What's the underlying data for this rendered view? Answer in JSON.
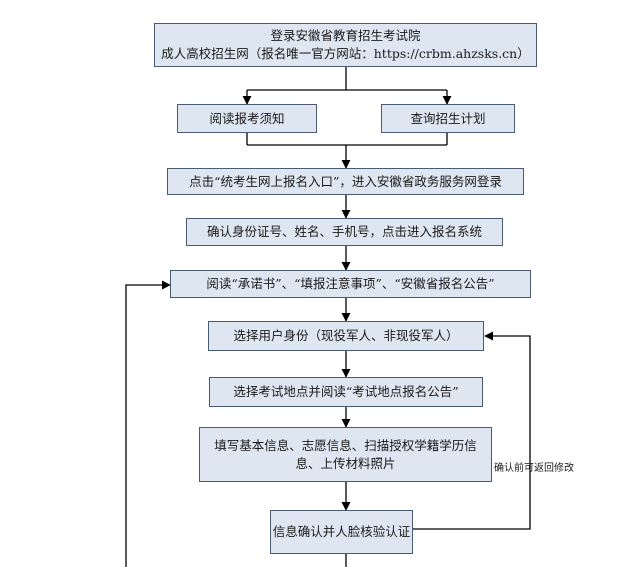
{
  "nodes": {
    "start": {
      "line1": "登录安徽省教育招生考试院",
      "line2": "成人高校招生网（报名唯一官方网站：https://crbm.ahzsks.cn）"
    },
    "read_notice": "阅读报考须知",
    "query_plan": "查询招生计划",
    "click_entry": "点击“统考生网上报名入口”，进入安徽省政务服务网登录",
    "confirm_id": "确认身份证号、姓名、手机号，点击进入报名系统",
    "read_docs": "阅读“承诺书”、“填报注意事项”、“安徽省报名公告”",
    "select_identity": "选择用户身份（现役军人、非现役军人）",
    "select_exam_site": "选择考试地点并阅读“考试地点报名公告”",
    "fill_info": {
      "line1": "填写基本信息、志愿信息、扫描授权学籍学历信",
      "line2": "息、上传材料照片"
    },
    "verify": "信息确认并人脸核验认证"
  },
  "annotations": {
    "loop_back": "确认前可返回修改"
  }
}
